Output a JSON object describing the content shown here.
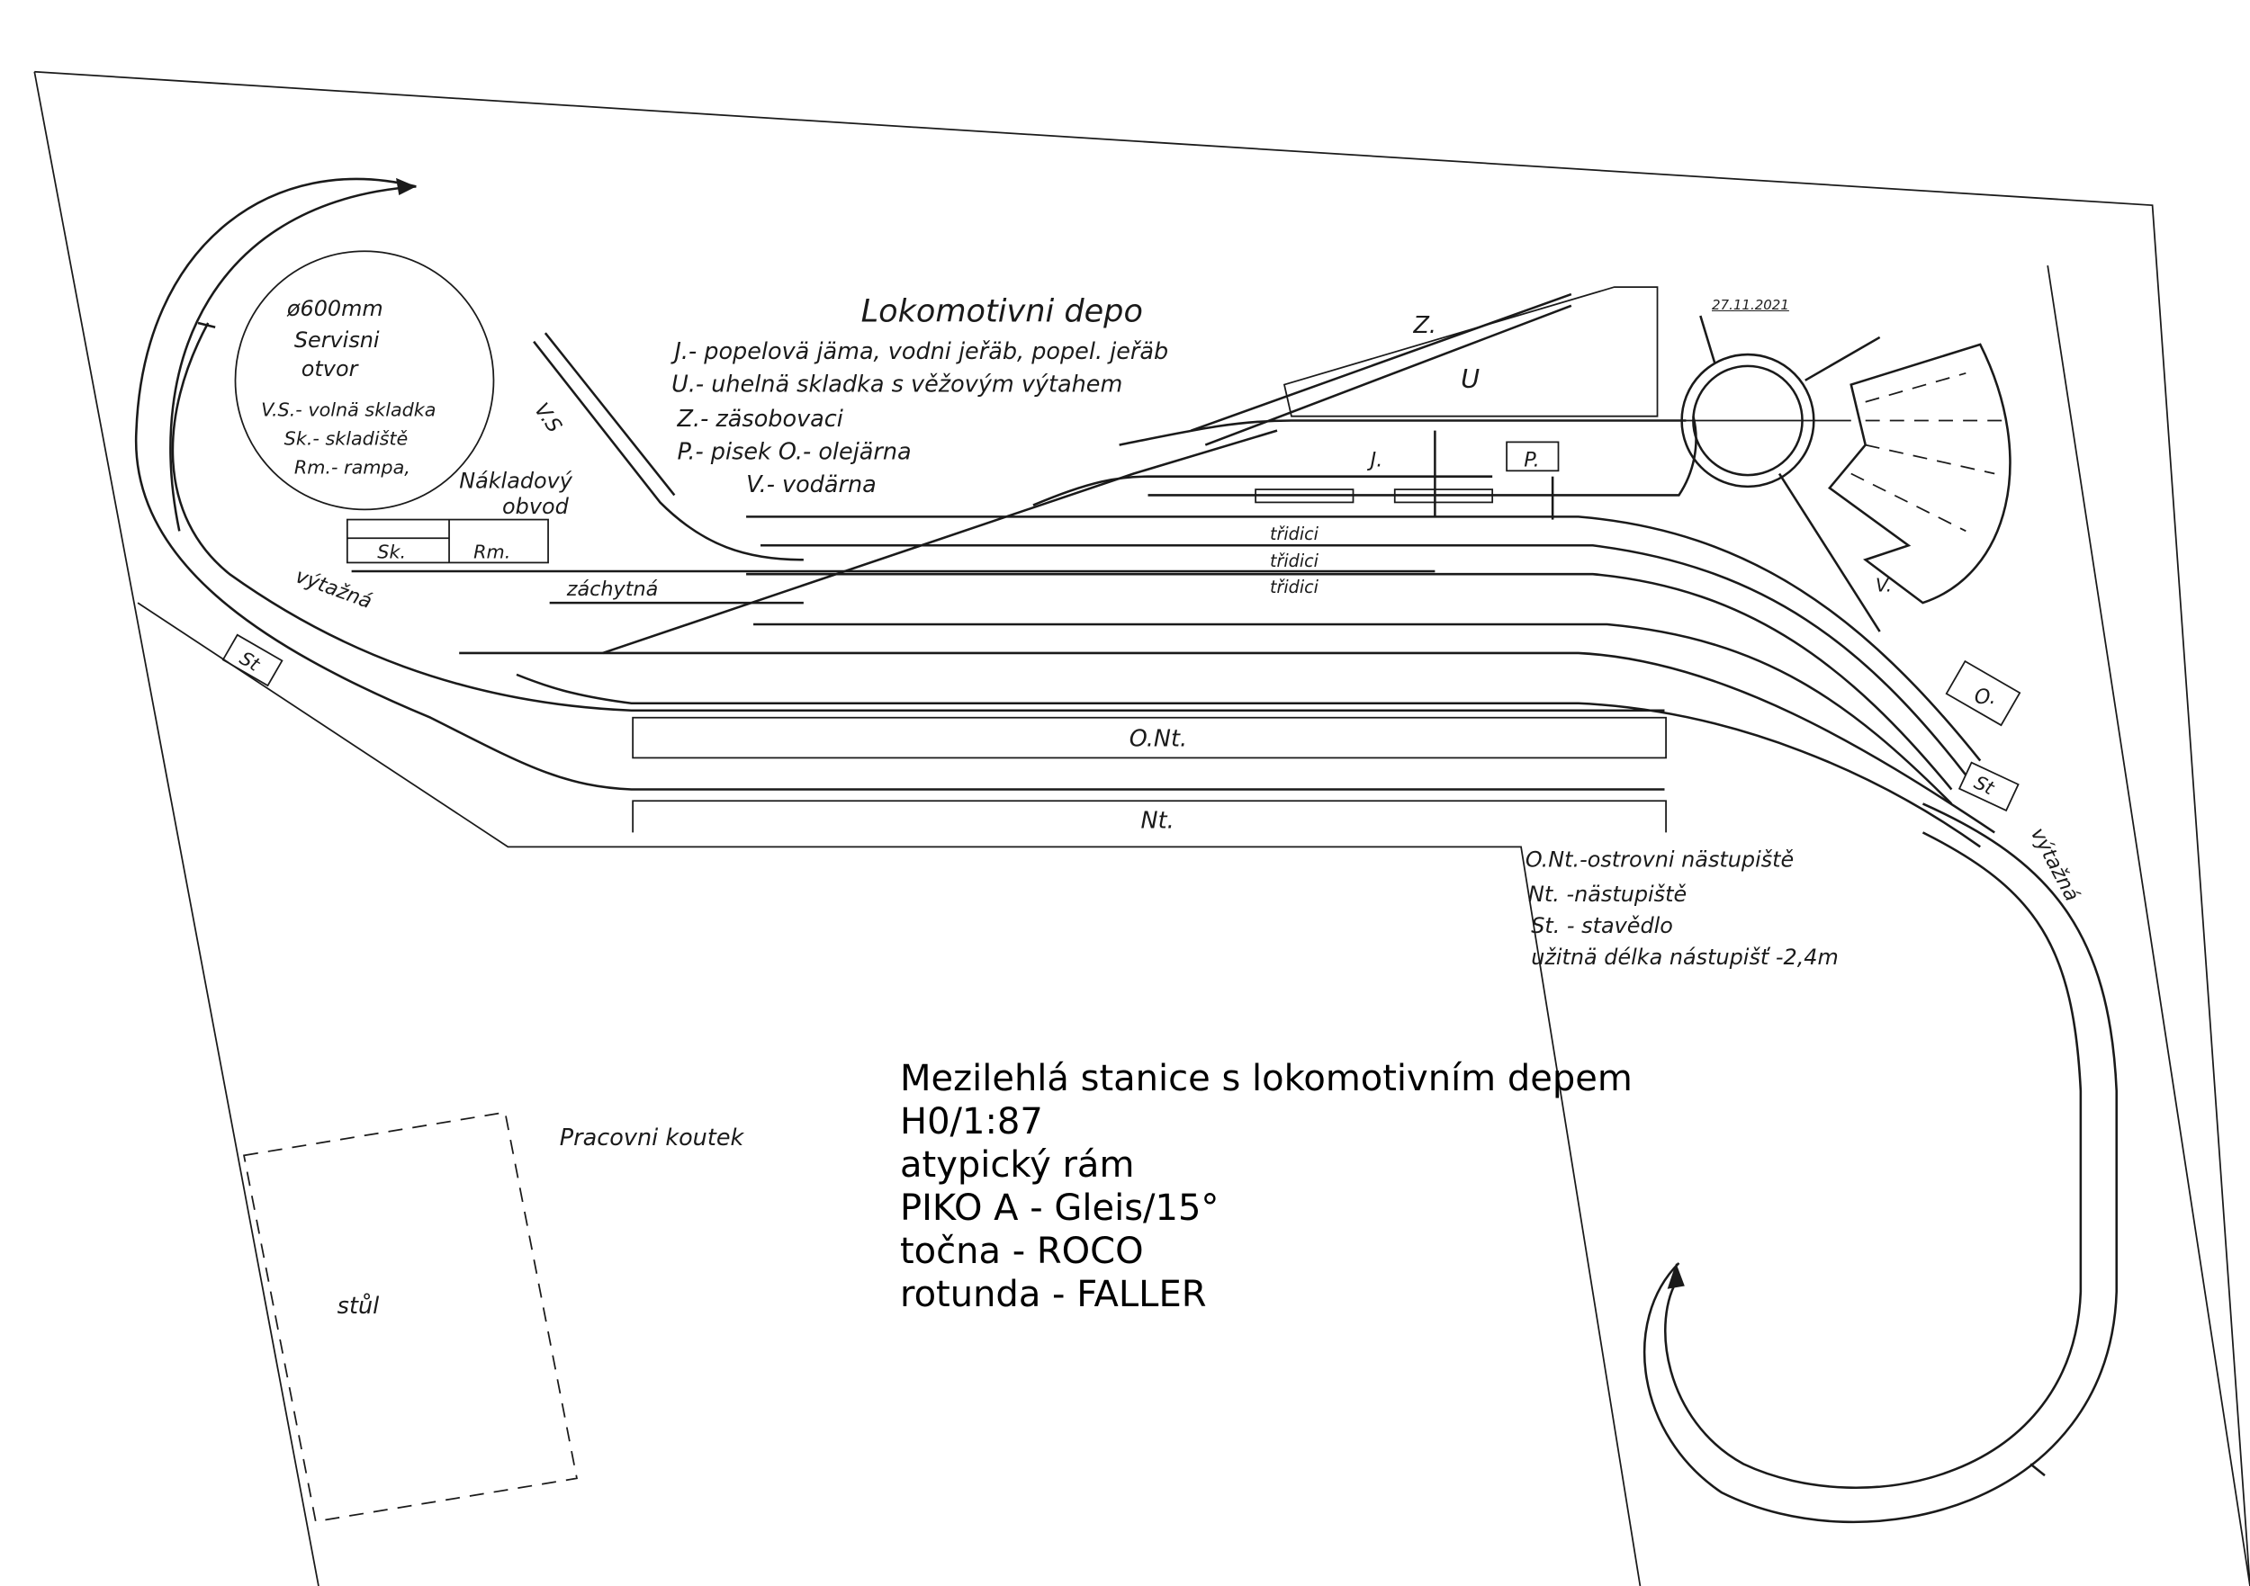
{
  "title": "Mezilehlá stanice s lokomotivním depem",
  "info_lines": [
    "Mezilehlá stanice s lokomotivním depem",
    "H0/1:87",
    "atypický rám",
    "PIKO A - Gleis/15°",
    "točna - ROCO",
    "rotunda - FALLER"
  ],
  "signature": "27.11.2021",
  "depot_legend": {
    "heading": "Lokomotivni depo",
    "items": [
      "J.- popelovä jäma, vodni jeřäb, popel. jeřäb",
      "U.- uhelnä skladka s věžovým výtahem",
      "Z.- zäsobovaci",
      "P.- pisek   O.- olejärna",
      "V.- vodärna"
    ]
  },
  "service_opening": {
    "lines": [
      "ø600mm",
      "Servisni",
      "otvor",
      "V.S.- volnä skladka",
      "Sk.- skladiště",
      "Rm.- rampa,"
    ]
  },
  "freight_area": {
    "label_line1": "Nákladový",
    "label_line2": "obvod",
    "building_sk": "Sk.",
    "building_rm": "Rm.",
    "vs_label": "V.S"
  },
  "track_labels": {
    "vytazna_left": "výtažná",
    "vytazna_right": "výtažná",
    "zachytna": "záchytná",
    "tridici": [
      "třidici",
      "třidici",
      "třidici"
    ],
    "z_track": "Z.",
    "j_track": "J.",
    "u_area": "U",
    "p_box": "P.",
    "o_box": "O.",
    "st_left": "St",
    "st_right": "St",
    "v_label": "V."
  },
  "platforms": {
    "island": "O.Nt.",
    "side": "Nt."
  },
  "platform_legend": [
    "O.Nt.-ostrovni nästupiště",
    "Nt. -nästupiště",
    "St. - stavědlo",
    "užitnä délka nástupišť -2,4m"
  ],
  "work_area": {
    "label": "Pracovni koutek",
    "table": "stůl"
  }
}
